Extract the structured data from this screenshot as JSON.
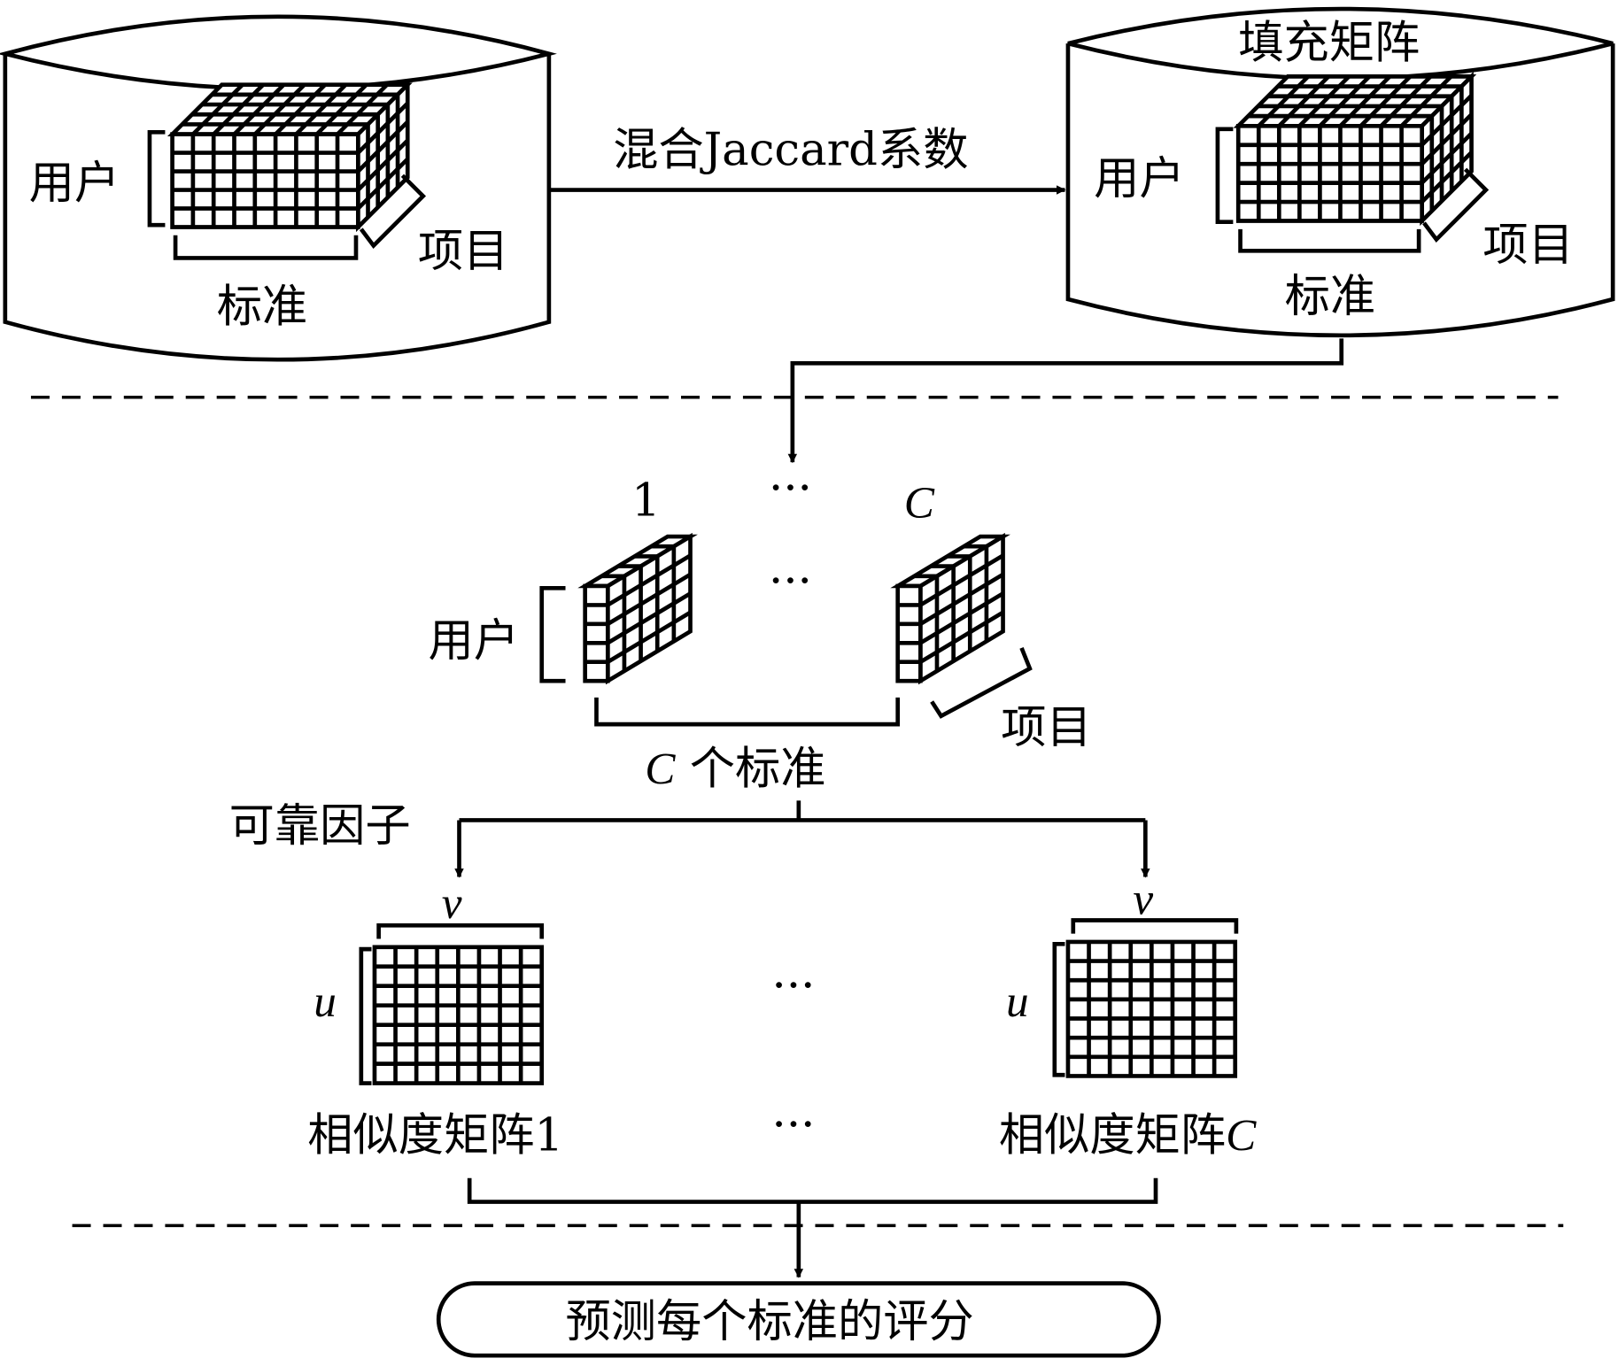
{
  "diagram": {
    "top": {
      "left_db": {
        "users_label": "用户",
        "criteria_label": "标准",
        "items_label": "项目"
      },
      "arrow_label": "混合Jaccard系数",
      "right_db": {
        "title": "填充矩阵",
        "users_label": "用户",
        "criteria_label": "标准",
        "items_label": "项目"
      }
    },
    "middle": {
      "slice_first_label": "1",
      "slice_ellipsis": "···",
      "slice_last_label": "C",
      "users_label": "用户",
      "items_label": "项目",
      "criteria_count_var": "C",
      "criteria_count_text": " 个标准",
      "reliability_label": "可靠因子"
    },
    "similarity": {
      "u_label": "u",
      "v_label": "v",
      "first_name": "相似度矩阵1",
      "last_name_prefix": "相似度矩阵",
      "last_name_var": "C",
      "ellipsis": "···"
    },
    "result": {
      "label": "预测每个标准的评分"
    }
  }
}
